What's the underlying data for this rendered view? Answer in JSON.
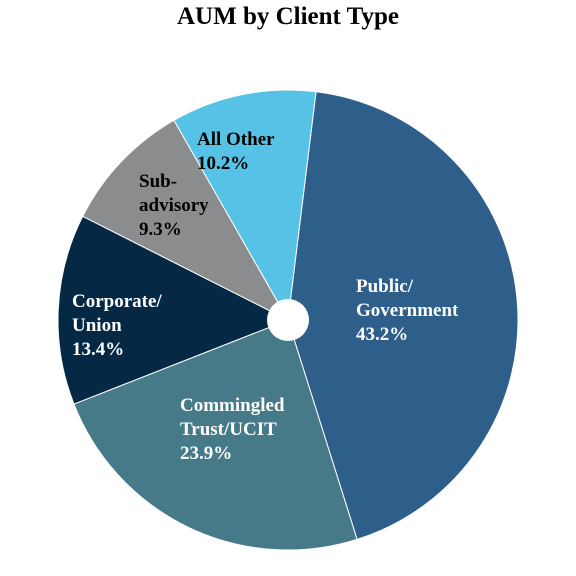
{
  "chart_data": {
    "type": "pie",
    "title": "AUM by Client Type",
    "donut_hole": true,
    "start_angle_deg": 7,
    "direction": "clockwise",
    "slices": [
      {
        "lines": [
          "Public/",
          "Government"
        ],
        "label": "Public/Government",
        "value": 43.2,
        "value_text": "43.2%",
        "color": "#2E5E8A",
        "text_color": "#FFFFFF"
      },
      {
        "lines": [
          "Commingled",
          "Trust/UCIT"
        ],
        "label": "Commingled Trust/UCIT",
        "value": 23.9,
        "value_text": "23.9%",
        "color": "#467A88",
        "text_color": "#FFFFFF"
      },
      {
        "lines": [
          "Corporate/",
          "Union"
        ],
        "label": "Corporate/Union",
        "value": 13.4,
        "value_text": "13.4%",
        "color": "#052944",
        "text_color": "#FFFFFF"
      },
      {
        "lines": [
          "Sub-",
          "advisory"
        ],
        "label": "Sub-advisory",
        "value": 9.3,
        "value_text": "9.3%",
        "color": "#8A8C8E",
        "text_color": "#000000"
      },
      {
        "lines": [
          "All Other"
        ],
        "label": "All Other",
        "value": 10.2,
        "value_text": "10.2%",
        "color": "#56C3E6",
        "text_color": "#000000"
      }
    ]
  }
}
